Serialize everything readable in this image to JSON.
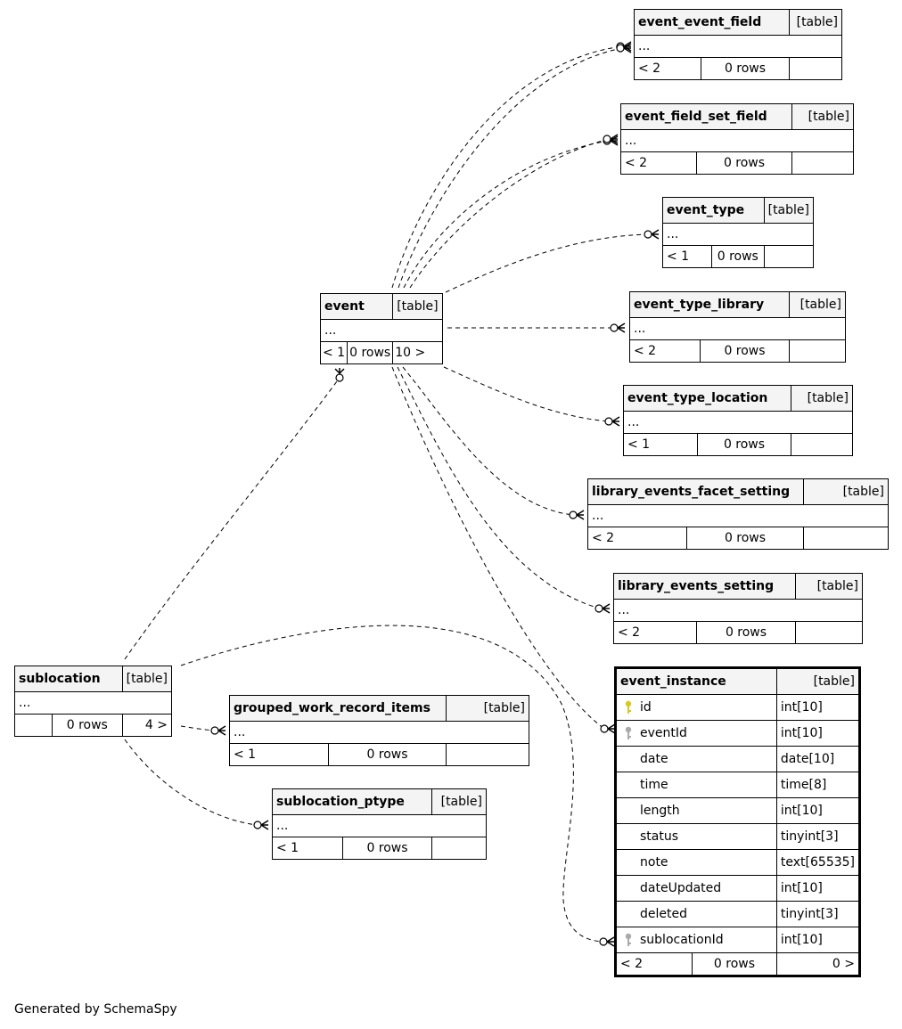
{
  "footer": "Generated by SchemaSpy",
  "type_label": "[table]",
  "ellipsis": "...",
  "colors": {
    "primary_key": "#d9c81f",
    "foreign_key": "#aaaaaa",
    "header_bg": "#f4f4f4"
  },
  "tables": {
    "event_event_field": {
      "name": "event_event_field",
      "parents": "< 2",
      "rows": "0 rows",
      "children": ""
    },
    "event_field_set_field": {
      "name": "event_field_set_field",
      "parents": "< 2",
      "rows": "0 rows",
      "children": ""
    },
    "event_type": {
      "name": "event_type",
      "parents": "< 1",
      "rows": "0 rows",
      "children": ""
    },
    "event": {
      "name": "event",
      "parents": "< 1",
      "rows": "0 rows",
      "children": "10 >"
    },
    "event_type_library": {
      "name": "event_type_library",
      "parents": "< 2",
      "rows": "0 rows",
      "children": ""
    },
    "event_type_location": {
      "name": "event_type_location",
      "parents": "< 1",
      "rows": "0 rows",
      "children": ""
    },
    "library_events_facet_setting": {
      "name": "library_events_facet_setting",
      "parents": "< 2",
      "rows": "0 rows",
      "children": ""
    },
    "library_events_setting": {
      "name": "library_events_setting",
      "parents": "< 2",
      "rows": "0 rows",
      "children": ""
    },
    "sublocation": {
      "name": "sublocation",
      "parents": "",
      "rows": "0 rows",
      "children": "4 >"
    },
    "grouped_work_record_items": {
      "name": "grouped_work_record_items",
      "parents": "< 1",
      "rows": "0 rows",
      "children": ""
    },
    "sublocation_ptype": {
      "name": "sublocation_ptype",
      "parents": "< 1",
      "rows": "0 rows",
      "children": ""
    },
    "event_instance": {
      "name": "event_instance",
      "parents": "< 2",
      "rows": "0 rows",
      "children": "0 >",
      "columns": [
        {
          "name": "id",
          "type": "int[10]",
          "key": "primary"
        },
        {
          "name": "eventId",
          "type": "int[10]",
          "key": "foreign"
        },
        {
          "name": "date",
          "type": "date[10]",
          "key": ""
        },
        {
          "name": "time",
          "type": "time[8]",
          "key": ""
        },
        {
          "name": "length",
          "type": "int[10]",
          "key": ""
        },
        {
          "name": "status",
          "type": "tinyint[3]",
          "key": ""
        },
        {
          "name": "note",
          "type": "text[65535]",
          "key": ""
        },
        {
          "name": "dateUpdated",
          "type": "int[10]",
          "key": ""
        },
        {
          "name": "deleted",
          "type": "tinyint[3]",
          "key": ""
        },
        {
          "name": "sublocationId",
          "type": "int[10]",
          "key": "foreign"
        }
      ]
    }
  },
  "relationships": [
    {
      "from": "event",
      "to": "event_event_field"
    },
    {
      "from": "event",
      "to": "event_event_field"
    },
    {
      "from": "event",
      "to": "event_field_set_field"
    },
    {
      "from": "event",
      "to": "event_field_set_field"
    },
    {
      "from": "event",
      "to": "event_type"
    },
    {
      "from": "event",
      "to": "event_type_library"
    },
    {
      "from": "event",
      "to": "event_type_location"
    },
    {
      "from": "event",
      "to": "library_events_facet_setting"
    },
    {
      "from": "event",
      "to": "library_events_setting"
    },
    {
      "from": "event",
      "to": "event_instance"
    },
    {
      "from": "sublocation",
      "to": "event"
    },
    {
      "from": "sublocation",
      "to": "event_instance"
    },
    {
      "from": "sublocation",
      "to": "grouped_work_record_items"
    },
    {
      "from": "sublocation",
      "to": "sublocation_ptype"
    }
  ]
}
